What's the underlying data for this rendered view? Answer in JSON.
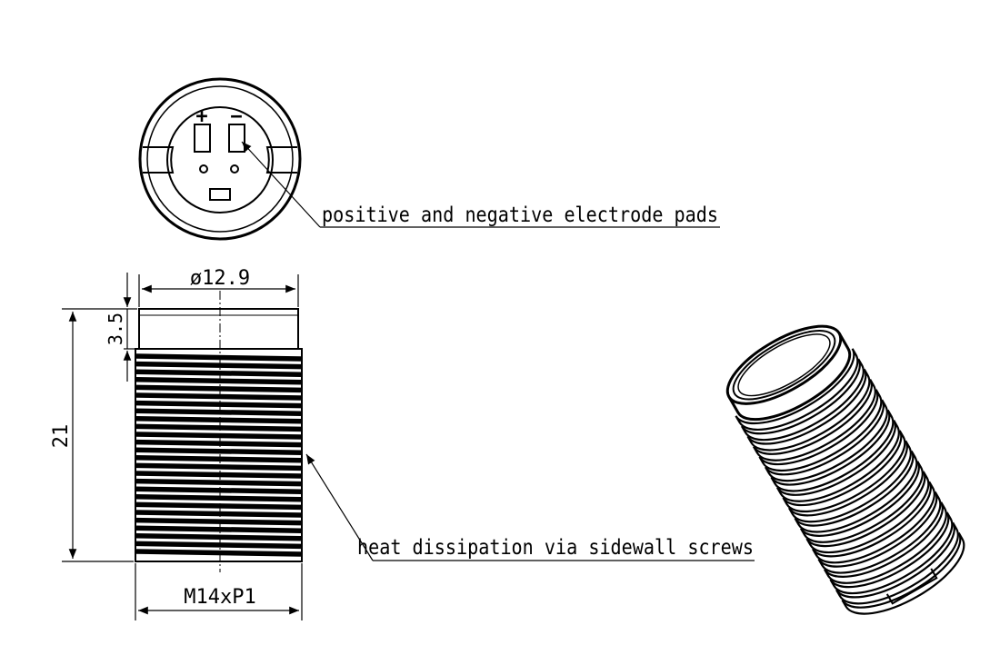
{
  "callouts": {
    "electrode_pads": "positive and negative electrode pads",
    "heat_dissipation": "heat dissipation via sidewall screws"
  },
  "dimensions": {
    "diameter": "ø12.9",
    "total_height": "21",
    "cap_height": "3.5",
    "thread_spec": "M14xP1"
  },
  "symbols": {
    "positive": "+",
    "negative": "−"
  },
  "colors": {
    "line": "#000000",
    "background": "#ffffff"
  }
}
